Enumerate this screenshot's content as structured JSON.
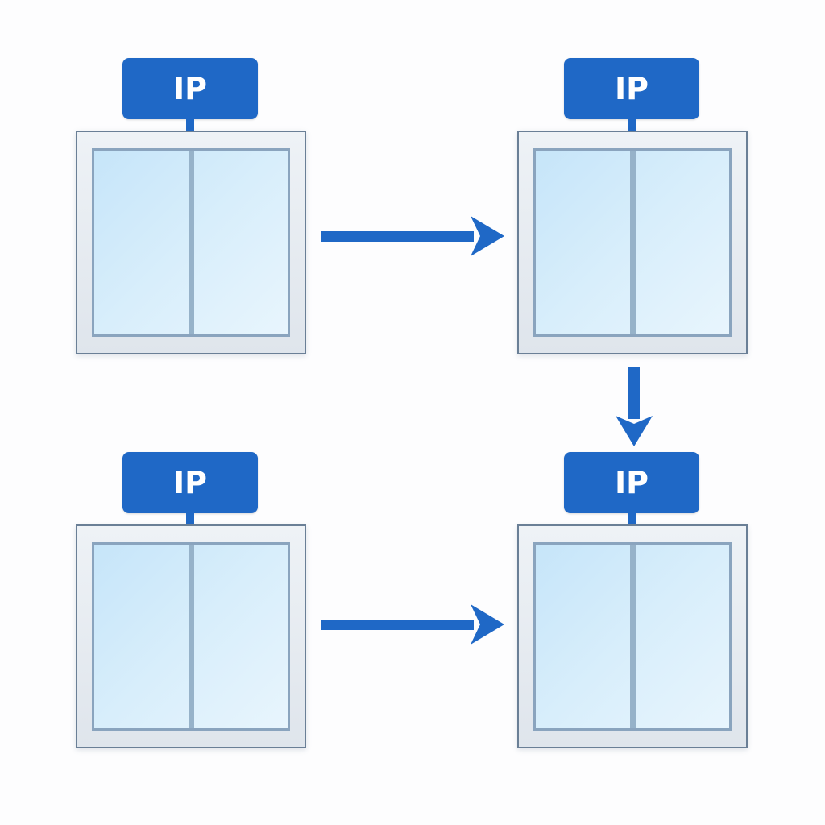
{
  "nodes": [
    {
      "id": "node-1",
      "label": "IP"
    },
    {
      "id": "node-2",
      "label": "IP"
    },
    {
      "id": "node-3",
      "label": "IP"
    },
    {
      "id": "node-4",
      "label": "IP"
    }
  ],
  "edges": [
    {
      "from": "node-1",
      "to": "node-2",
      "direction": "right"
    },
    {
      "from": "node-2",
      "to": "node-4",
      "direction": "down"
    },
    {
      "from": "node-3",
      "to": "node-4",
      "direction": "right"
    }
  ],
  "colors": {
    "badge": "#1f68c6",
    "arrow": "#1f68c6",
    "frame": "#6a7f96",
    "glass": "#c6e5f9"
  },
  "icons": {
    "window": "window-icon",
    "arrow": "arrow-icon"
  }
}
